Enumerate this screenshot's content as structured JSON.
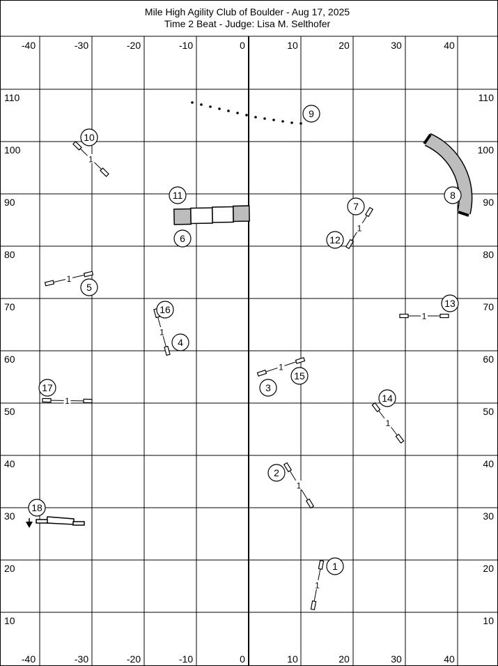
{
  "header": {
    "line1": "Mile High Agility Club of Boulder - Aug 17, 2025",
    "line2": "Time 2 Beat - Judge: Lisa M. Selthofer"
  },
  "axes": {
    "x_ticks": [
      "-40",
      "-30",
      "-20",
      "-10",
      "0",
      "10",
      "20",
      "30",
      "40"
    ],
    "y_ticks": [
      "110",
      "100",
      "90",
      "80",
      "70",
      "60",
      "50",
      "40",
      "30",
      "20",
      "10"
    ]
  },
  "obstacles": [
    {
      "type": "jump",
      "number": "1",
      "bar_label": "1"
    },
    {
      "type": "jump",
      "number": "2",
      "bar_label": "1"
    },
    {
      "type": "jump",
      "number": "3",
      "bar_label": "1"
    },
    {
      "type": "jump",
      "number": "4",
      "bar_label": "1"
    },
    {
      "type": "jump",
      "number": "5",
      "bar_label": "1"
    },
    {
      "type": "dogwalk",
      "number": "6"
    },
    {
      "type": "jump",
      "number": "7",
      "bar_label": "1"
    },
    {
      "type": "tunnel",
      "number": "8"
    },
    {
      "type": "weave-poles",
      "number": "9"
    },
    {
      "type": "jump",
      "number": "10",
      "bar_label": "1"
    },
    {
      "type": "dogwalk",
      "number": "11"
    },
    {
      "type": "jump",
      "number": "12",
      "bar_label": "1"
    },
    {
      "type": "jump",
      "number": "13",
      "bar_label": "1"
    },
    {
      "type": "jump",
      "number": "14",
      "bar_label": "1"
    },
    {
      "type": "jump",
      "number": "15",
      "bar_label": "1"
    },
    {
      "type": "jump",
      "number": "16",
      "bar_label": "1"
    },
    {
      "type": "jump",
      "number": "17",
      "bar_label": "1"
    },
    {
      "type": "table",
      "number": "18"
    }
  ]
}
